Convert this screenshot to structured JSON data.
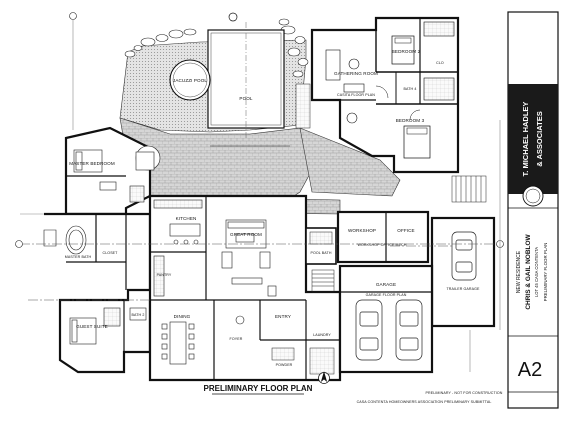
{
  "rooms": {
    "bedroom_2": "BEDROOM 2",
    "bedroom_3": "BEDROOM 3",
    "gathering_room": "GATHERING ROOM",
    "casita_label": "CASITA FLOOR PLAN",
    "closet": "CLO",
    "bath": "BATH 4",
    "jacuzzi": "JACUZZI POOL",
    "pool": "POOL",
    "master_bedroom": "MASTER BEDROOM",
    "master_bath": "MASTER BATH",
    "closet_main": "CLOSET",
    "kitchen": "KITCHEN",
    "great_room": "GREAT ROOM",
    "dining": "DINING",
    "guest_suite": "GUEST SUITE",
    "bath_2": "BATH 2",
    "pool_bath": "POOL BATH",
    "workshop": "WORKSHOP",
    "office": "OFFICE",
    "workshop_label": "WORKSHOP OFFICE MECH",
    "garage": "GARAGE",
    "garage_label": "GARAGE FLOOR PLAN",
    "trailer_garage": "TRAILER GARAGE",
    "entry": "ENTRY",
    "foyer": "FOYER",
    "laundry": "LAUNDRY",
    "pantry": "PANTRY",
    "powder": "POWDER"
  },
  "plan_title": "PRELIMINARY FLOOR PLAN",
  "note_line_1": "PRELIMINARY - NOT FOR CONSTRUCTION",
  "note_line_2": "CASA CONTENTA HOMEOWNERS ASSOCIATION PRELIMINARY SUBMITTAL",
  "title_block": {
    "firm_name_1": "T. MICHAEL HADLEY",
    "firm_name_2": "& ASSOCIATES",
    "project_1": "NEW RESIDENCE",
    "project_2": "CHRIS & GAIL NOBLOW",
    "project_3": "LOT 45 CASA CONTENTA",
    "sheet_desc": "PRELIMINARY FLOOR PLAN",
    "sheet_number": "A2"
  }
}
